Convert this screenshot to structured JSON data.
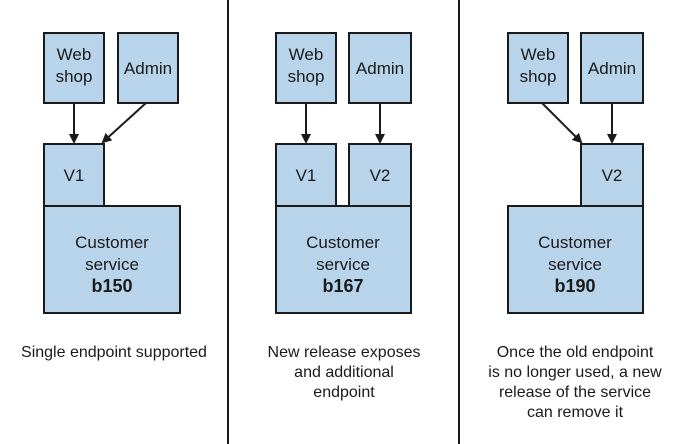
{
  "panels": [
    {
      "web_shop_label": [
        "Web",
        "shop"
      ],
      "admin_label": "Admin",
      "endpoints": [
        "V1"
      ],
      "service_label": [
        "Customer",
        "service"
      ],
      "build": "b150",
      "caption": [
        "Single endpoint supported"
      ]
    },
    {
      "web_shop_label": [
        "Web",
        "shop"
      ],
      "admin_label": "Admin",
      "endpoints": [
        "V1",
        "V2"
      ],
      "service_label": [
        "Customer",
        "service"
      ],
      "build": "b167",
      "caption": [
        "New release exposes",
        "and additional",
        "endpoint"
      ]
    },
    {
      "web_shop_label": [
        "Web",
        "shop"
      ],
      "admin_label": "Admin",
      "endpoints": [
        "V2"
      ],
      "service_label": [
        "Customer",
        "service"
      ],
      "build": "b190",
      "caption": [
        "Once the old endpoint",
        "is no longer used, a new",
        "release of the service",
        "can remove it"
      ]
    }
  ],
  "colors": {
    "box_fill": "#b8d4ea",
    "stroke": "#1a1a1a"
  }
}
